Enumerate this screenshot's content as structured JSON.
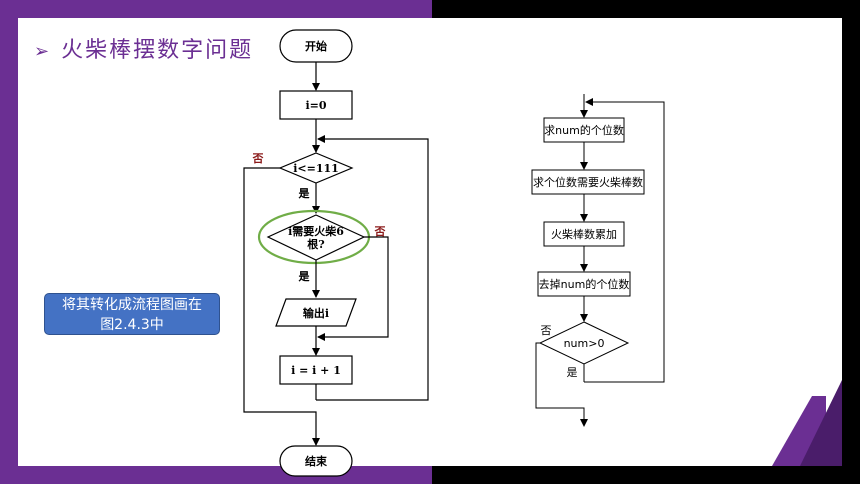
{
  "title": "火柴棒摆数字问题",
  "callout": {
    "line1": "将其转化成流程图画在",
    "line2": "图2.4.3中"
  },
  "flowchart_left": {
    "start": "开始",
    "init": "i=0",
    "cond": "i<=111",
    "yes1": "是",
    "no1": "否",
    "check_line1": "i需要火柴6",
    "check_line2": "根?",
    "yes2": "是",
    "no2": "否",
    "output": "输出i",
    "increment": "i = i + 1",
    "end": "结束"
  },
  "flowchart_right": {
    "step1": "求num的个位数",
    "step2": "求个位数需要火柴棒数",
    "step3": "火柴棒数累加",
    "step4": "去掉num的个位数",
    "cond": "num>0",
    "no": "否",
    "yes": "是"
  },
  "colors": {
    "purple": "#6b2f93",
    "highlight": "#70ad47",
    "callout": "#4472c4"
  }
}
